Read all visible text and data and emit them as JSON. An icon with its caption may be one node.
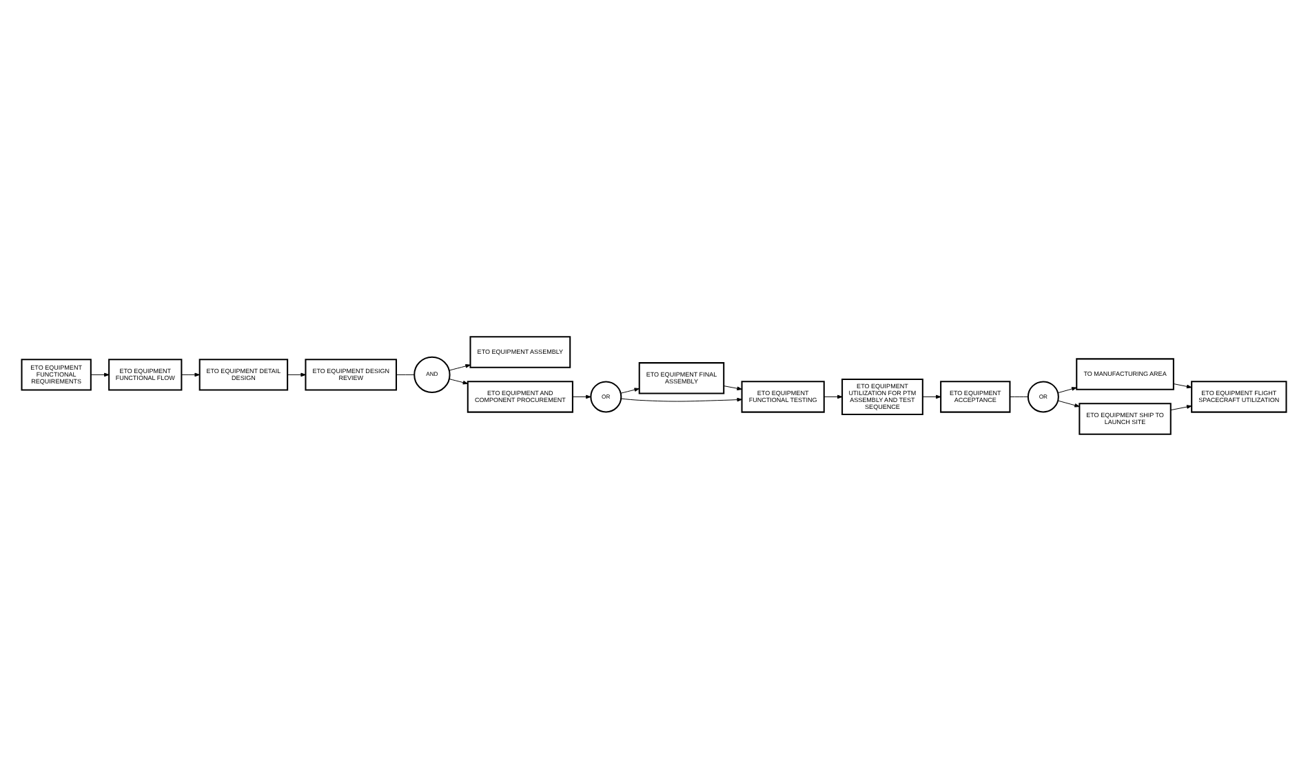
{
  "diagram": {
    "nodes": [
      {
        "text": [
          "ETO EQUIPMENT FUNCTIONAL REQUIREMENTS"
        ]
      },
      {
        "text": [
          "ETO EQUIPMENT FUNCTIONAL FLOW"
        ]
      },
      {
        "text": [
          "ETO EQUIPMENT DETAIL DESIGN"
        ]
      },
      {
        "text": [
          "ETO EQUIPMENT FINAL ASSEMBLY"
        ]
      },
      {
        "text": [
          "ETO EQUIPMENT ASSEMBLY"
        ]
      },
      {
        "text": [
          "AND"
        ]
      },
      {
        "text": [
          "ETO EQUIPMENT DESIGN REVIEW"
        ]
      },
      {
        "text": [
          "OR"
        ]
      },
      {
        "text": [
          "ETO EQUIPMENT AND COMPONENT PROCUREMENT"
        ]
      },
      {
        "text": [
          "ETO EQUIPMENT FUNCTIONAL TESTING"
        ]
      },
      {
        "text": [
          "TO MANUFACTURING AREA"
        ]
      },
      {
        "text": [
          "ETO EQUIPMENT FLIGHT SPACECRAFT UTILIZATION"
        ]
      },
      {
        "text": [
          "ETO EQUIPMENT UTILIZATION FOR PTM ASSEMBLY AND TEST SEQUENCE"
        ]
      },
      {
        "text": [
          "ETO EQUIPMENT ACCEPTANCE"
        ]
      },
      {
        "text": [
          "OR"
        ]
      },
      {
        "text": [
          "ETO EQUIPMENT SHIP TO LAUNCH SITE"
        ]
      }
    ],
    "edges": [
      {
        "from": 0,
        "to": 1,
        "arrow": "to"
      },
      {
        "from": 1,
        "to": 2,
        "arrow": "to"
      },
      {
        "from": 2,
        "to": 6,
        "arrow": "to"
      },
      {
        "from": 6,
        "to": 5,
        "arrow": "none"
      },
      {
        "from": 5,
        "to": 4,
        "arrow": "to"
      },
      {
        "from": 5,
        "to": 8,
        "arrow": "to"
      },
      {
        "from": 8,
        "to": 7,
        "arrow": "to"
      },
      {
        "from": 7,
        "to": 3,
        "arrow": "to"
      },
      {
        "from": 7,
        "to": 9,
        "arrow": "to"
      },
      {
        "from": 3,
        "to": 9,
        "arrow": "to"
      },
      {
        "from": 9,
        "to": 12,
        "arrow": "to"
      },
      {
        "from": 12,
        "to": 13,
        "arrow": "to"
      },
      {
        "from": 13,
        "to": 14,
        "arrow": "none"
      },
      {
        "from": 14,
        "to": 10,
        "arrow": "to"
      },
      {
        "from": 14,
        "to": 15,
        "arrow": "to"
      },
      {
        "from": 15,
        "to": 11,
        "arrow": "to"
      },
      {
        "from": 10,
        "to": 11,
        "arrow": "to"
      }
    ]
  }
}
